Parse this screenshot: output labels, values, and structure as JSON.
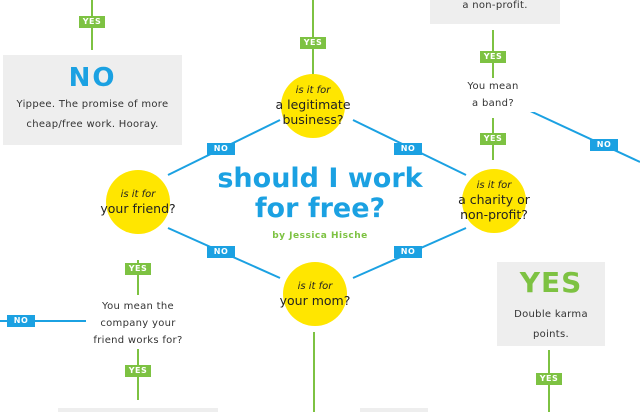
{
  "title": {
    "line1": "should I work",
    "line2": "for free?",
    "byline": "by Jessica Hische"
  },
  "colors": {
    "yes_green": "#7dc242",
    "no_blue": "#1ba1e2",
    "circle_yellow": "#ffe600",
    "box_gray": "#eeeeee"
  },
  "nodes": {
    "legit_business": {
      "q": "is it for",
      "a1": "a legitimate",
      "a2": "business?"
    },
    "friend": {
      "q": "is it for",
      "a1": "your friend?"
    },
    "charity": {
      "q": "is it for",
      "a1": "a charity or",
      "a2": "non-profit?"
    },
    "mom": {
      "q": "is it for",
      "a1": "your mom?"
    }
  },
  "questions": {
    "band": {
      "line1": "You mean",
      "line2": "a band?"
    },
    "friend_company": {
      "line1": "You mean the",
      "line2": "company your",
      "line3": "friend works for?"
    }
  },
  "answers": {
    "no_box": {
      "heading": "NO",
      "line1": "Yippee. The promise of more",
      "line2": "cheap/free work. Hooray."
    },
    "yes_box": {
      "heading": "YES",
      "line1": "Double karma",
      "line2": "points."
    },
    "top_right_box": {
      "line1": "a non-profit."
    }
  },
  "labels": {
    "yes": "YES",
    "no": "NO"
  }
}
